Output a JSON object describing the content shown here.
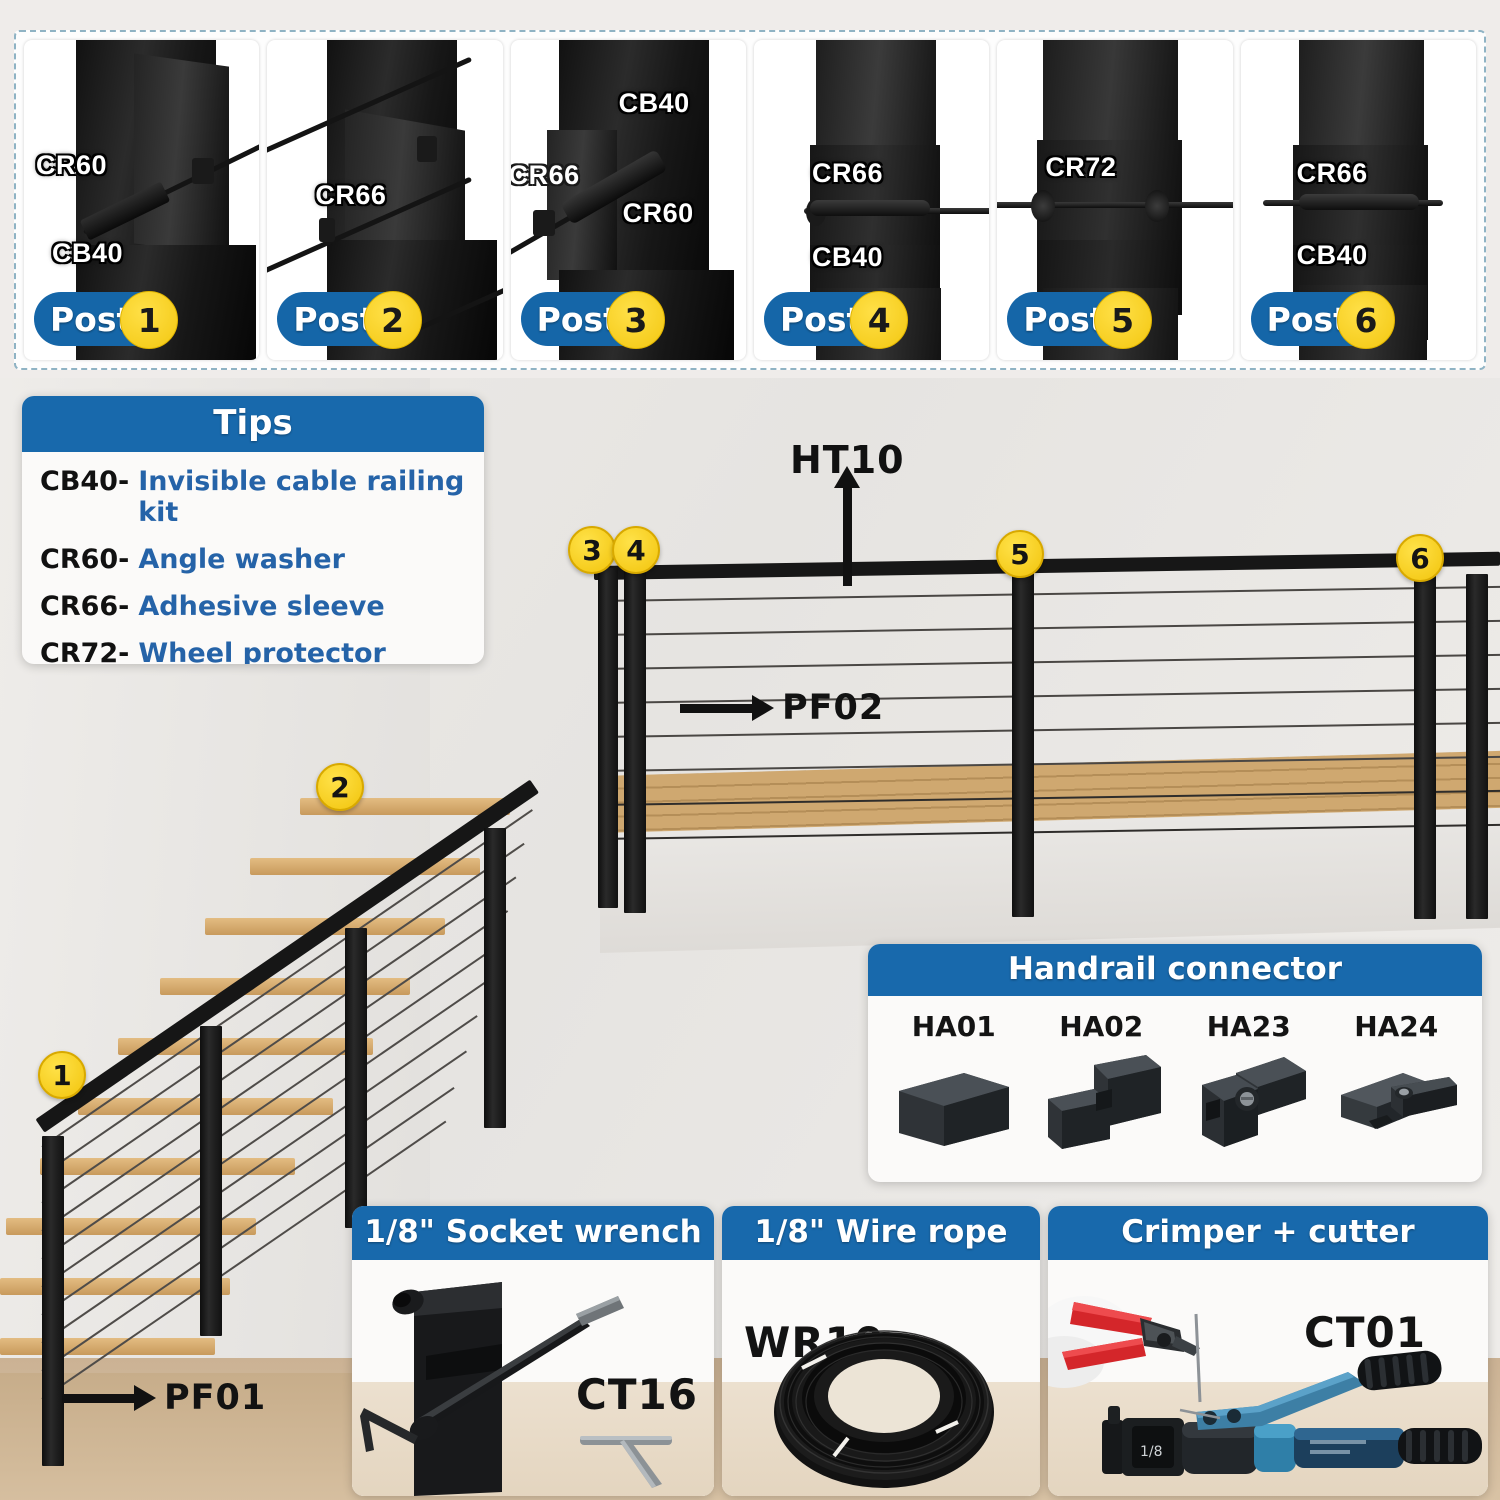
{
  "post_strip": {
    "label_prefix": "Post",
    "cards": [
      {
        "num": "1",
        "codes": [
          "CR60",
          "CB40"
        ]
      },
      {
        "num": "2",
        "codes": [
          "CR66"
        ]
      },
      {
        "num": "3",
        "codes": [
          "CB40",
          "CR66",
          "CR60"
        ]
      },
      {
        "num": "4",
        "codes": [
          "CR66",
          "CB40"
        ]
      },
      {
        "num": "5",
        "codes": [
          "CR72"
        ]
      },
      {
        "num": "6",
        "codes": [
          "CR66",
          "CB40"
        ]
      }
    ],
    "c1_code1": "CR60",
    "c1_code2": "CB40",
    "c2_code1": "CR66",
    "c3_code1": "CB40",
    "c3_code2": "CR66",
    "c3_code3": "CR60",
    "c4_code1": "CR66",
    "c4_code2": "CB40",
    "c5_code1": "CR72",
    "c6_code1": "CR66",
    "c6_code2": "CB40",
    "p1": "1",
    "p2": "2",
    "p3": "3",
    "p4": "4",
    "p5": "5",
    "p6": "6"
  },
  "tips": {
    "title": "Tips",
    "rows": [
      {
        "code": "CB40-",
        "desc": "Invisible cable railing kit"
      },
      {
        "code": "CR60-",
        "desc": "Angle washer"
      },
      {
        "code": "CR66-",
        "desc": "Adhesive sleeve"
      },
      {
        "code": "CR72-",
        "desc": "Wheel protector sleeve"
      }
    ]
  },
  "scene": {
    "labels": {
      "ht10": "HT10",
      "pf02": "PF02",
      "pf01": "PF01"
    },
    "markers": {
      "m1": "1",
      "m2": "2",
      "m3": "3",
      "m4": "4",
      "m5": "5",
      "m6": "6"
    }
  },
  "handrail_connector": {
    "title": "Handrail connector",
    "items": [
      {
        "name": "HA01"
      },
      {
        "name": "HA02"
      },
      {
        "name": "HA23"
      },
      {
        "name": "HA24"
      }
    ]
  },
  "socket_wrench": {
    "title": "1/8\" Socket wrench",
    "code": "CT16"
  },
  "wire_rope": {
    "title": "1/8\" Wire rope",
    "code": "WR19"
  },
  "crimper_cutter": {
    "title": "Crimper + cutter",
    "code": "CT01"
  },
  "colors": {
    "accent_blue": "#1869ac",
    "badge_yellow": "#f3c711",
    "tip_text_blue": "#2563a8",
    "metal_black": "#161616",
    "wood": "#cfa870"
  }
}
